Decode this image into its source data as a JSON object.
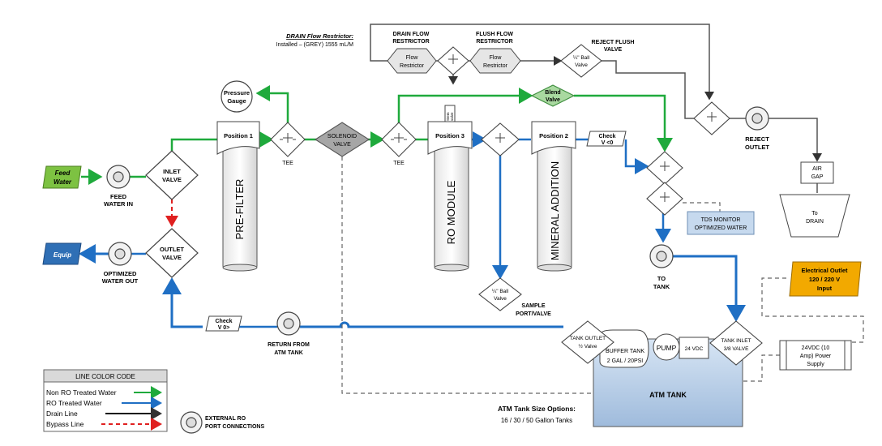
{
  "feed": {
    "line1": "Feed",
    "line2": "Water"
  },
  "equip": {
    "label": "Equip"
  },
  "feed_water_in": {
    "line1": "FEED",
    "line2": "WATER IN"
  },
  "optimized_water_out": {
    "line1": "OPTIMIZED",
    "line2": "WATER OUT"
  },
  "inlet_valve": {
    "line1": "INLET",
    "line2": "VALVE"
  },
  "outlet_valve": {
    "line1": "OUTLET",
    "line2": "VALVE"
  },
  "pressure_gauge": {
    "line1": "Pressure",
    "line2": "Gauge"
  },
  "pos1": {
    "label": "Position 1",
    "body": "PRE-FILTER"
  },
  "tee1": {
    "label": "TEE"
  },
  "solenoid": {
    "line1": "SOLENOID",
    "line2": "VALVE"
  },
  "tee2": {
    "label": "TEE"
  },
  "pos3": {
    "label": "Position 3",
    "body": "RO MODULE"
  },
  "stem_valve": {
    "line1": "Stem",
    "line2": "valve"
  },
  "pos2": {
    "label": "Position 2",
    "body": "MINERAL ADDITION"
  },
  "check_v0_top": {
    "line1": "Check",
    "line2": "V <0"
  },
  "blend_valve": {
    "line1": "Blend",
    "line2": "Valve"
  },
  "drain_note": {
    "title": "DRAIN Flow Restrictor:",
    "detail": "Installed – (GREY) 1555 mL/M"
  },
  "drain_flow_restrictor": {
    "head1": "DRAIN FLOW",
    "head2": "RESTRICTOR",
    "line1": "Flow",
    "line2": "Restrictor"
  },
  "flush_flow_restrictor": {
    "head1": "FLUSH FLOW",
    "head2": "RESTRICTOR",
    "line1": "Flow",
    "line2": "Restrictor"
  },
  "reject_flush_valve": {
    "head1": "REJECT FLUSH",
    "head2": "VALVE",
    "line1": "¼\" Ball",
    "line2": "Valve"
  },
  "reject_outlet": {
    "line1": "REJECT",
    "line2": "OUTLET"
  },
  "air_gap": {
    "line1": "AIR",
    "line2": "GAP"
  },
  "to_drain": {
    "line1": "To",
    "line2": "DRAIN"
  },
  "tds_monitor": {
    "line1": "TDS MONITOR",
    "line2": "OPTIMIZED WATER"
  },
  "to_tank": {
    "line1": "TO",
    "line2": "TANK"
  },
  "sample_valve": {
    "line1": "¼\" Ball",
    "line2": "Valve",
    "label1": "SAMPLE",
    "label2": "PORT/VALVE"
  },
  "electrical_outlet": {
    "line1": "Electrical Outlet",
    "line2": "120 / 220 V",
    "line3": "Input"
  },
  "power_supply": {
    "line1": "24VDC (10",
    "line2": "Amp) Power",
    "line3": "Supply"
  },
  "tank_inlet": {
    "line1": "TANK INLET",
    "line2": "3/8 VALVE"
  },
  "tank_outlet": {
    "line1": "TANK OUTLET",
    "line2": "½ Valve"
  },
  "buffer_tank": {
    "line1": "BUFFER TANK",
    "line2": "2 GAL / 20PSI"
  },
  "pump": {
    "label": "PUMP",
    "voltage": "24 VDC"
  },
  "atm_tank": {
    "label": "ATM TANK"
  },
  "tank_options": {
    "title": "ATM Tank Size Options:",
    "detail": "16 / 30 / 50 Gallon Tanks"
  },
  "return_atm": {
    "line1": "RETURN FROM",
    "line2": "ATM TANK"
  },
  "check_v0_bottom": {
    "line1": "Check",
    "line2": "V 0>"
  },
  "legend": {
    "title": "LINE COLOR CODE",
    "items": [
      {
        "label": "Non RO Treated Water",
        "color": "#1faa3c",
        "style": "solid"
      },
      {
        "label": "RO Treated Water",
        "color": "#1f6fc4",
        "style": "solid"
      },
      {
        "label": "Drain Line",
        "color": "#111111",
        "style": "solid"
      },
      {
        "label": "Bypass Line",
        "color": "#e02020",
        "style": "dashed"
      }
    ],
    "port_label1": "EXTERNAL RO",
    "port_label2": "PORT CONNECTIONS"
  },
  "colors": {
    "green": "#1faa3c",
    "blue": "#1f6fc4",
    "red": "#e02020",
    "gray": "#555555",
    "feed_fill": "#7dc242",
    "equip_fill": "#2f6fb5",
    "electric_fill": "#f2a900",
    "tank_fill": "#bcd2ea"
  }
}
